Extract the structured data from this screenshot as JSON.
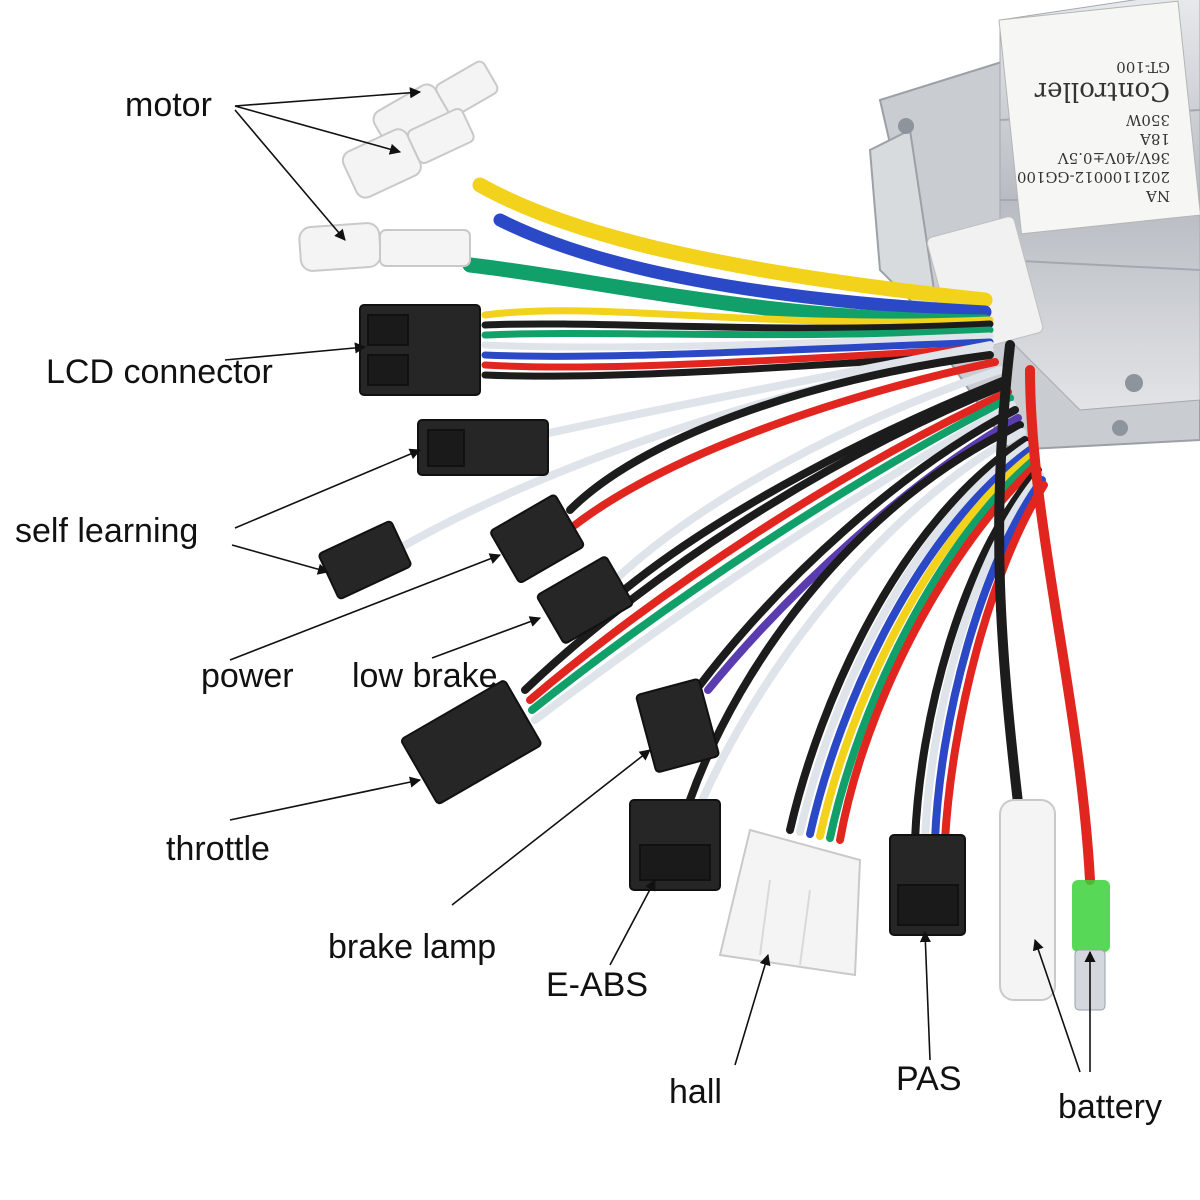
{
  "labels": {
    "motor": "motor",
    "lcd_connector": "LCD connector",
    "self_learning": "self learning",
    "power": "power",
    "low_brake": "low brake",
    "throttle": "throttle",
    "brake_lamp": "brake lamp",
    "e_abs": "E-ABS",
    "hall": "hall",
    "pas": "PAS",
    "battery": "battery"
  },
  "controller": {
    "brand": "NA",
    "serial": "2021100012-GG100",
    "voltage": "36V/40V±0.5V",
    "current": "18A",
    "power": "350W",
    "name": "Controller",
    "model": "GT-100"
  },
  "colors": {
    "wire_yellow": "#f2d21a",
    "wire_green": "#12a06a",
    "wire_blue": "#2b49c6",
    "wire_red": "#e0261f",
    "wire_black": "#1c1c1c",
    "wire_white": "#dfe3ea",
    "wire_purple": "#5a3cb0",
    "connector_black": "#262626",
    "connector_white": "#f4f4f4",
    "led_green": "#39d13a",
    "housing": "#c9ccd0"
  }
}
